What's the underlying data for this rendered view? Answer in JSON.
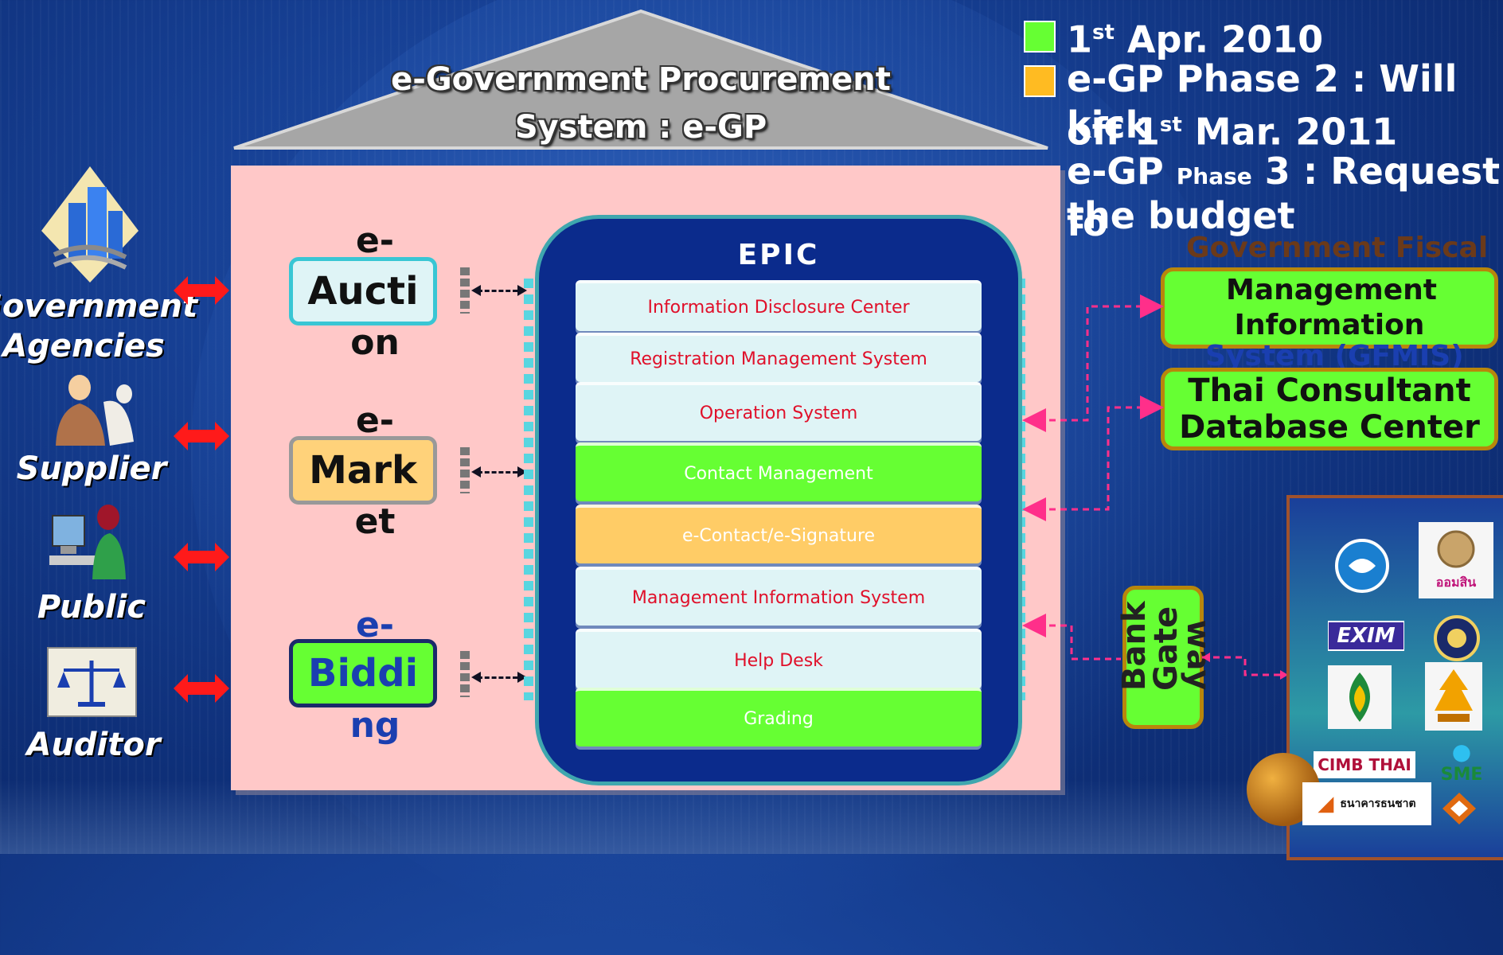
{
  "house": {
    "title": "e-Government Procurement System : e-GP"
  },
  "modules": [
    {
      "prefix": "e-",
      "name": "Aucti on",
      "color": "#dff4f6",
      "border": "#39c6d4"
    },
    {
      "prefix": "e-",
      "name": "Mark et",
      "color": "#ffd27a",
      "border": "#999999"
    },
    {
      "prefix": "e-",
      "name": "Biddi ng",
      "color": "#66ff33",
      "border": "#1a2a6a"
    }
  ],
  "epic": {
    "title": "EPIC",
    "layers": [
      {
        "label": "Information Disclosure Center",
        "bg": "#dff4f6",
        "fg": "#e0102a"
      },
      {
        "label": "Registration  Management System",
        "bg": "#dff4f6",
        "fg": "#e0102a"
      },
      {
        "label": "Operation System",
        "bg": "#dff4f6",
        "fg": "#e0102a"
      },
      {
        "label": "Contact Management",
        "bg": "#66ff33",
        "fg": "#ffffff"
      },
      {
        "label": "e-Contact/e-Signature",
        "bg": "#ffcc66",
        "fg": "#ffffff"
      },
      {
        "label": "Management Information System",
        "bg": "#dff4f6",
        "fg": "#e0102a"
      },
      {
        "label": "Help Desk",
        "bg": "#dff4f6",
        "fg": "#e0102a"
      },
      {
        "label": "Grading",
        "bg": "#66ff33",
        "fg": "#ffffff"
      }
    ]
  },
  "actors": [
    {
      "label": "Government Agencies",
      "icon": "building-icon"
    },
    {
      "label": "Supplier",
      "icon": "businessman-icon"
    },
    {
      "label": "Public",
      "icon": "computer-user-icon"
    },
    {
      "label": "Auditor",
      "icon": "scales-icon"
    }
  ],
  "legend": [
    {
      "text": "1st Apr. 2010",
      "color": "#66ff33"
    },
    {
      "text": "e-GP Phase 2 : Will kick off 1st Mar. 2011",
      "color": "#ffbb22"
    },
    {
      "text": "e-GP Phase 3 : Request for the budget",
      "color": ""
    }
  ],
  "legend_lines": {
    "l1a": "1",
    "l1sup": "st",
    "l1b": " Apr. 2010",
    "l2": "e-GP Phase 2 : Will kick",
    "l3a": "off 1",
    "l3sup": "st",
    "l3b": " Mar. 2011",
    "l4a": "e-GP ",
    "l4small": "Phase",
    "l4b": " 3 : Request fo",
    "l5": "the budget"
  },
  "external": {
    "gfmis_top": "Government Fiscal",
    "gfmis_mid": "Management Information",
    "gfmis_bottom": "System (GFMIS)",
    "thai_consultant": "Thai Consultant Database Center",
    "bank_gateway": [
      "Bank",
      "Gate",
      "way"
    ]
  },
  "banks": {
    "logos": [
      "krungthai-logo",
      "gsb-logo",
      "exim-logo",
      "bank-seal-logo",
      "baac-logo",
      "gov-housing-logo",
      "CIMB THAI",
      "sme-bank-logo",
      "ธนาคารธนชาต",
      "islamic-bank-logo"
    ],
    "text_exim": "EXIM",
    "text_cimb": "CIMB THAI",
    "text_thanachart": "ธนาคารธนชาต",
    "text_gsb": "ออมสิน",
    "text_sme": "SME"
  }
}
